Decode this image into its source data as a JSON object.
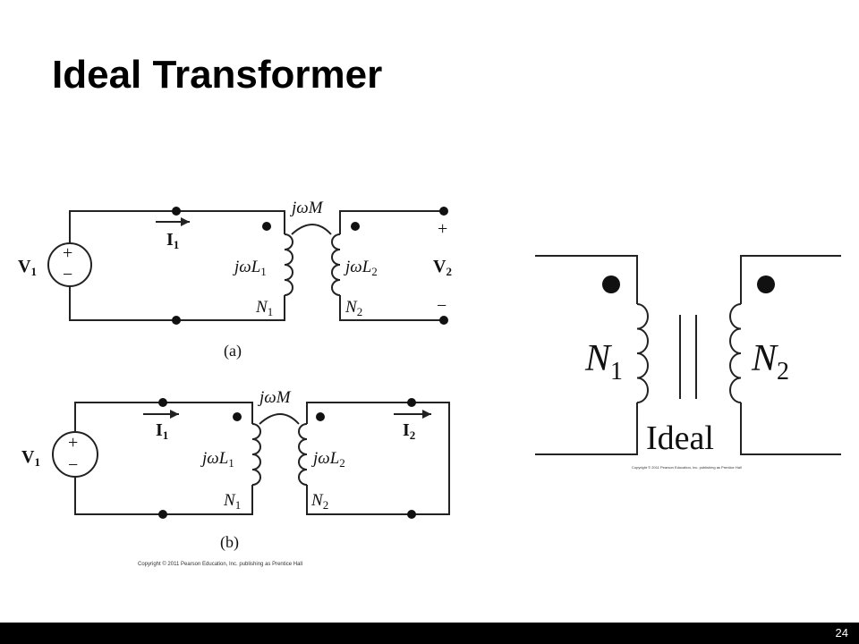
{
  "title": "Ideal Transformer",
  "page_number": "24",
  "circuit_a": {
    "mutual": "jωM",
    "current": "I",
    "current_sub": "1",
    "source": "V",
    "source_sub": "1",
    "plus": "+",
    "minus": "−",
    "l1": "jωL",
    "l1_sub": "1",
    "l2": "jωL",
    "l2_sub": "2",
    "n1": "N",
    "n1_sub": "1",
    "n2": "N",
    "n2_sub": "2",
    "v2": "V",
    "v2_sub": "2",
    "out_plus": "+",
    "out_minus": "−",
    "caption": "(a)"
  },
  "circuit_b": {
    "mutual": "jωM",
    "current1": "I",
    "current1_sub": "1",
    "current2": "I",
    "current2_sub": "2",
    "source": "V",
    "source_sub": "1",
    "plus": "+",
    "minus": "−",
    "l1": "jωL",
    "l1_sub": "1",
    "l2": "jωL",
    "l2_sub": "2",
    "n1": "N",
    "n1_sub": "1",
    "n2": "N",
    "n2_sub": "2",
    "caption": "(b)",
    "copyright": "Copyright © 2011 Pearson Education, Inc. publishing as Prentice Hall"
  },
  "ideal": {
    "n1": "N",
    "n1_sub": "1",
    "n2": "N",
    "n2_sub": "2",
    "label": "Ideal",
    "copyright": "Copyright © 2011 Pearson Education, Inc. publishing as Prentice Hall"
  }
}
